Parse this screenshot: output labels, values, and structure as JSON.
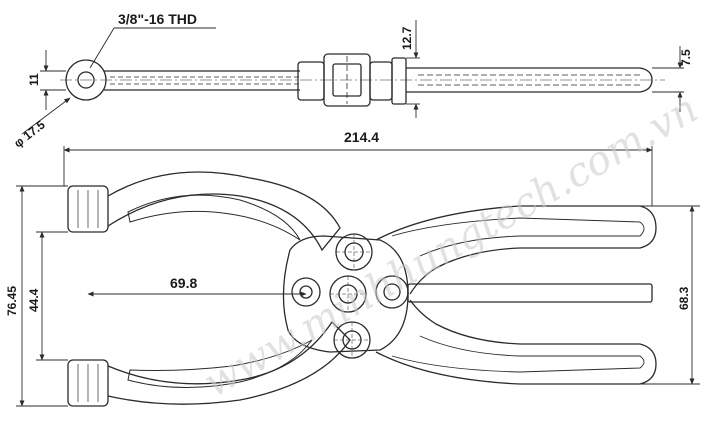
{
  "dimensions": {
    "thread": "3/8\"-16 THD",
    "eye_width": "11",
    "eye_diameter": "φ 17.5",
    "height_12_7": "12.7",
    "tip_7_5": "7.5",
    "overall_length": "214.4",
    "left_height": "76.45",
    "jaw_gap": "44.4",
    "reach": "69.8",
    "handle_spread": "68.3"
  },
  "watermark": "www.minhhungtech.com.vn",
  "colors": {
    "line": "#2b2b2b",
    "watermark": "#c9c9c9"
  }
}
